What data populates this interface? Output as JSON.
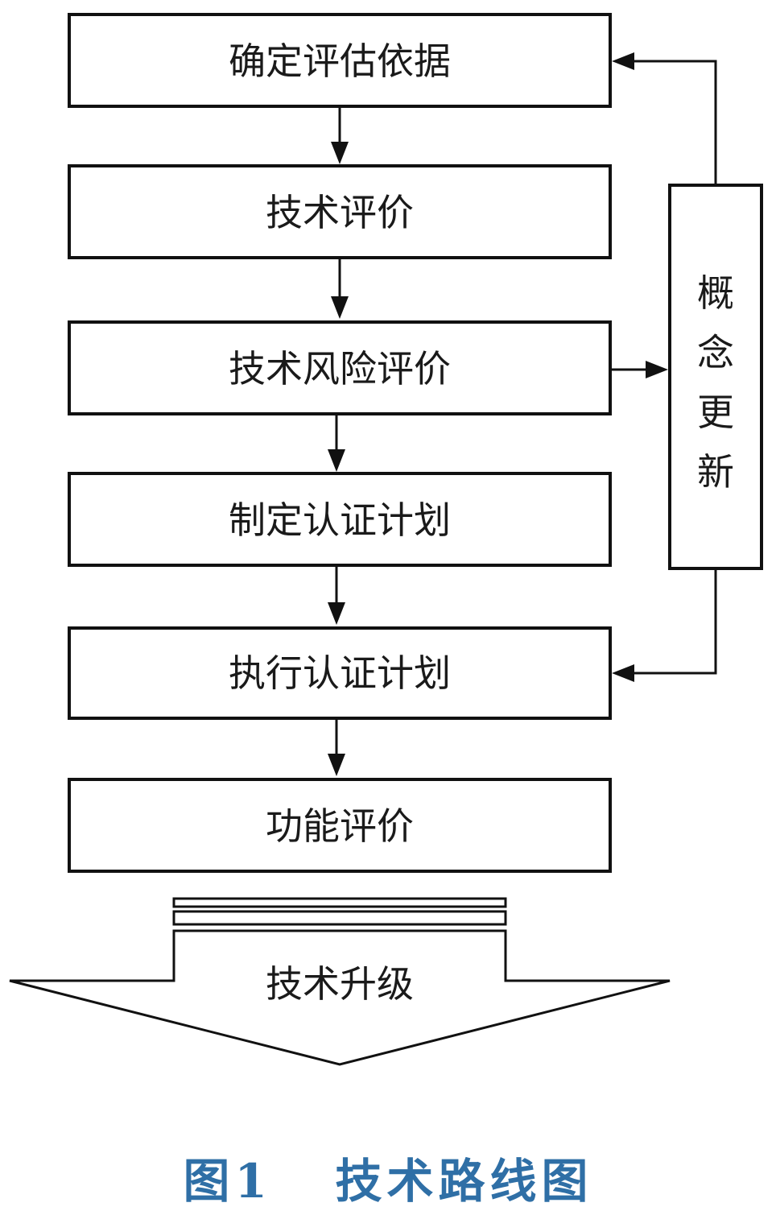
{
  "steps": [
    {
      "label": "确定评估依据"
    },
    {
      "label": "技术评价"
    },
    {
      "label": "技术风险评价"
    },
    {
      "label": "制定认证计划"
    },
    {
      "label": "执行认证计划"
    },
    {
      "label": "功能评价"
    }
  ],
  "side_box": {
    "chars": [
      "概",
      "念",
      "更",
      "新"
    ]
  },
  "output_arrow": {
    "label": "技术升级"
  },
  "caption": {
    "figure": "图1",
    "title": "技术路线图"
  }
}
